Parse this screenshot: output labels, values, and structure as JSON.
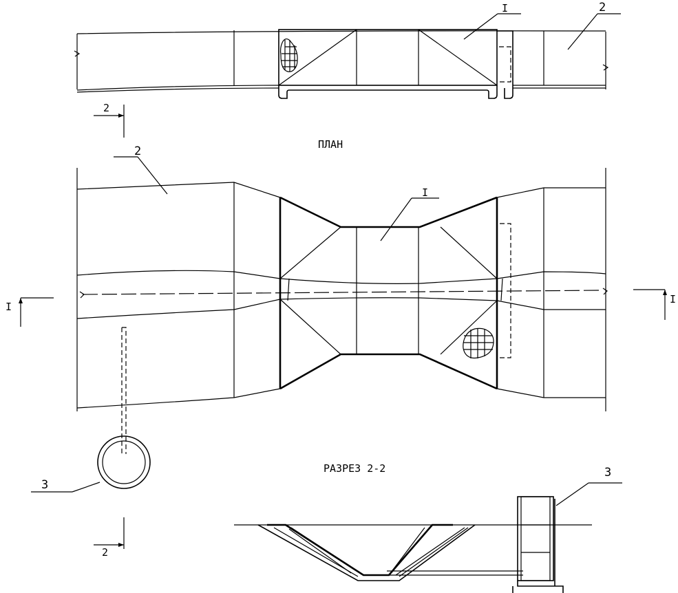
{
  "titles": {
    "plan": "ПЛАН",
    "section": "РАЗРЕЗ 2-2"
  },
  "labels": {
    "grid_element": "I",
    "side_slab": "2",
    "well_ring": "3",
    "section_mark": "2",
    "axis_mark": "I"
  }
}
